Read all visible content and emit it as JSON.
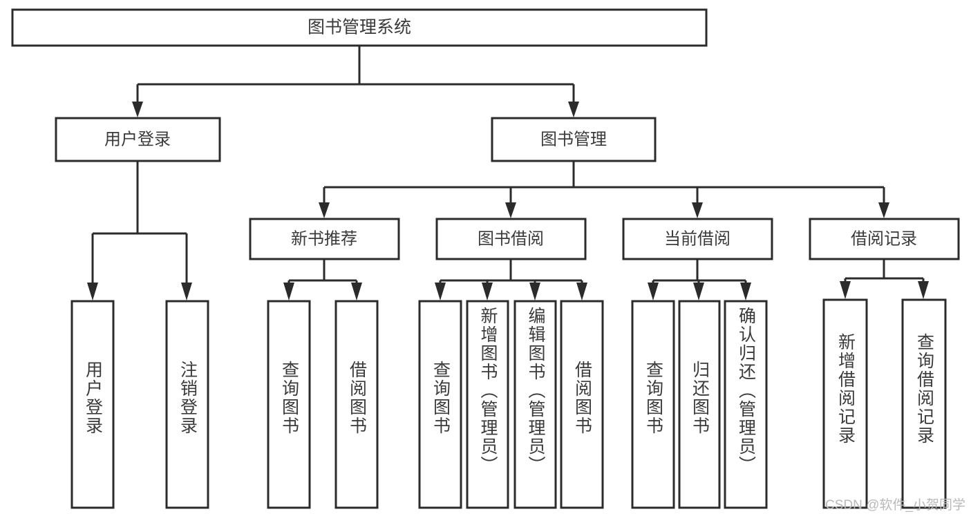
{
  "diagram": {
    "type": "tree",
    "title": "图书管理系统",
    "watermark": "CSDN @软件_小贺同学",
    "colors": {
      "box_stroke": "#2b2b2b",
      "box_fill": "#ffffff",
      "text": "#3a3a3a",
      "watermark": "#b9b9b9",
      "background": "#ffffff"
    },
    "nodes": {
      "root": {
        "label": "图书管理系统"
      },
      "level2": [
        {
          "id": "user-login",
          "label": "用户登录"
        },
        {
          "id": "book-management",
          "label": "图书管理"
        }
      ],
      "level3": [
        {
          "id": "new-book-recommend",
          "label": "新书推荐"
        },
        {
          "id": "book-borrow",
          "label": "图书借阅"
        },
        {
          "id": "current-borrow",
          "label": "当前借阅"
        },
        {
          "id": "borrow-record",
          "label": "借阅记录"
        }
      ],
      "leaves": {
        "user-login": [
          {
            "id": "leaf-user-login",
            "label": "用户登录"
          },
          {
            "id": "leaf-logout-login",
            "label": "注销登录"
          }
        ],
        "new-book-recommend": [
          {
            "id": "leaf-query-book-1",
            "label": "查询图书"
          },
          {
            "id": "leaf-borrow-book-1",
            "label": "借阅图书"
          }
        ],
        "book-borrow": [
          {
            "id": "leaf-query-book-2",
            "label": "查询图书"
          },
          {
            "id": "leaf-add-book",
            "label": "新增图书（管理员）"
          },
          {
            "id": "leaf-edit-book",
            "label": "编辑图书（管理员）"
          },
          {
            "id": "leaf-borrow-book-2",
            "label": "借阅图书"
          }
        ],
        "current-borrow": [
          {
            "id": "leaf-query-book-3",
            "label": "查询图书"
          },
          {
            "id": "leaf-return-book",
            "label": "归还图书"
          },
          {
            "id": "leaf-confirm-return",
            "label": "确认归还（管理员）"
          }
        ],
        "borrow-record": [
          {
            "id": "leaf-add-record",
            "label": "新增借阅记录"
          },
          {
            "id": "leaf-query-record",
            "label": "查询借阅记录"
          }
        ]
      }
    }
  }
}
